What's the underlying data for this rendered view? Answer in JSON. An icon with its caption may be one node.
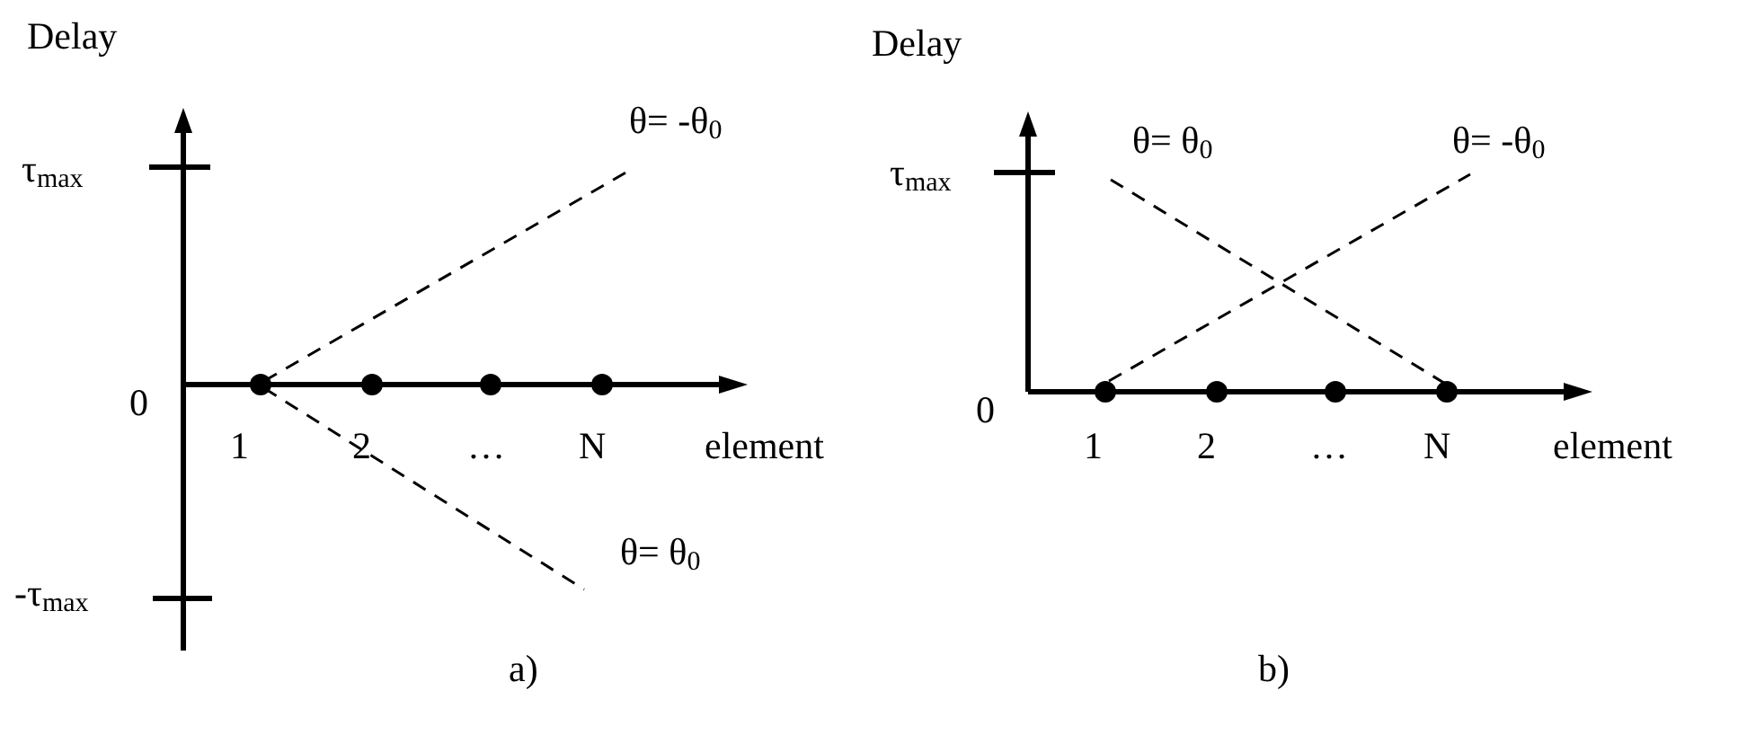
{
  "diagram": {
    "labels": [
      "Delay",
      "τ$_{max}$",
      "θ= -θ$_{0}$",
      "0",
      "1",
      "2",
      "…",
      "N",
      "element",
      "θ= θ$_{0}$",
      "-τ$_{max}$",
      "a)",
      "Delay",
      "τ$_{max}$",
      "θ= θ$_{0}$",
      "θ= -θ$_{0}$",
      "0",
      "1",
      "2",
      "…",
      "N",
      "element",
      "b)"
    ]
  }
}
